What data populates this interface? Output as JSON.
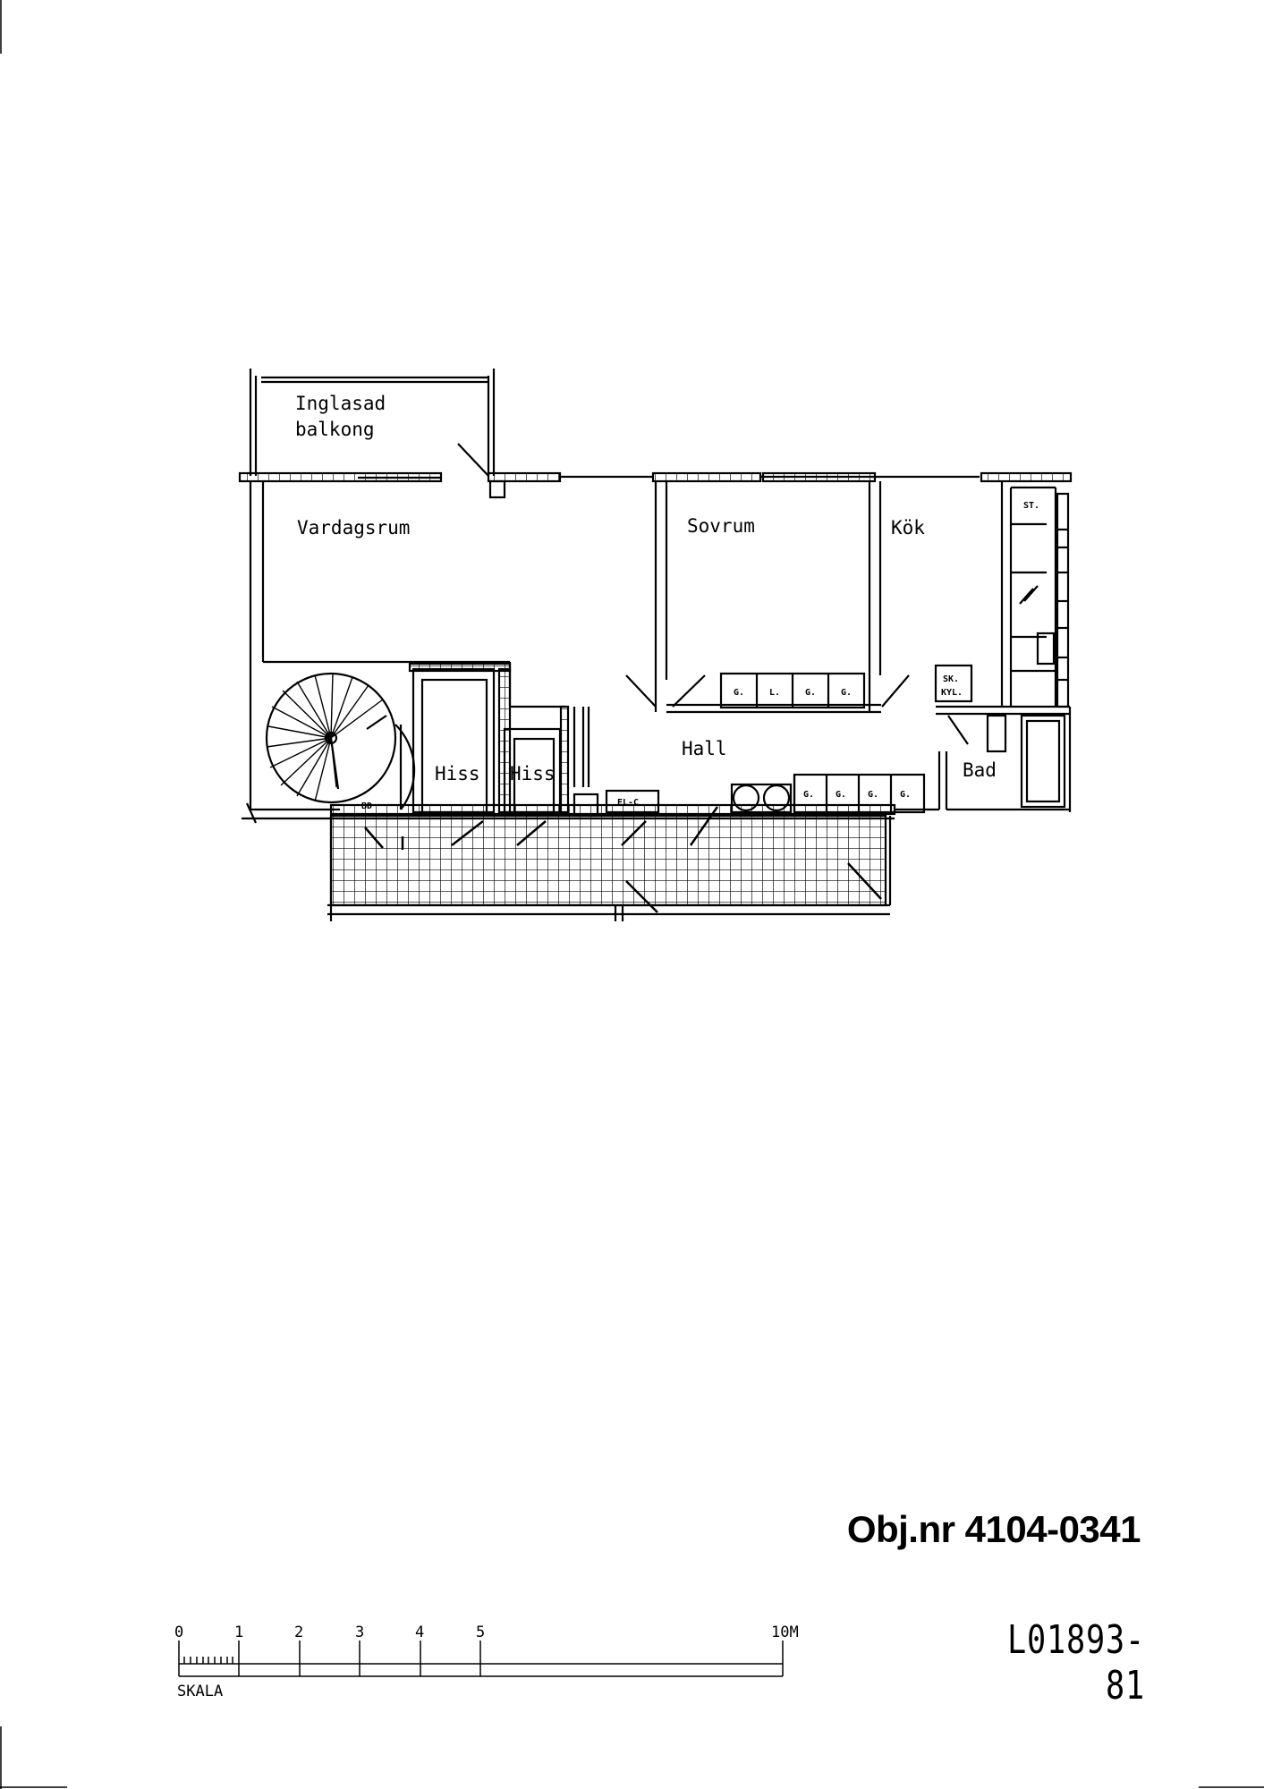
{
  "rooms": {
    "balcony_line1": "Inglasad",
    "balcony_line2": "balkong",
    "living": "Vardagsrum",
    "bedroom": "Sovrum",
    "kitchen": "Kök",
    "hall": "Hall",
    "lift1": "Hiss",
    "lift2": "Hiss",
    "bath": "Bad"
  },
  "fixtures": {
    "wardrobes_bedroom": [
      "G.",
      "L.",
      "G.",
      "G."
    ],
    "wardrobes_hall": [
      "G.",
      "G.",
      "G.",
      "G."
    ],
    "stove": "ST.",
    "fridge_line1": "SK.",
    "fridge_line2": "KYL.",
    "electrical": "EL-C",
    "bd": "BD"
  },
  "object_number": "Obj.nr 4104-0341",
  "drawing_number": "L01893-81",
  "scale": {
    "title": "SKALA",
    "labels": [
      "0",
      "1",
      "2",
      "3",
      "4",
      "5",
      "10M"
    ]
  }
}
